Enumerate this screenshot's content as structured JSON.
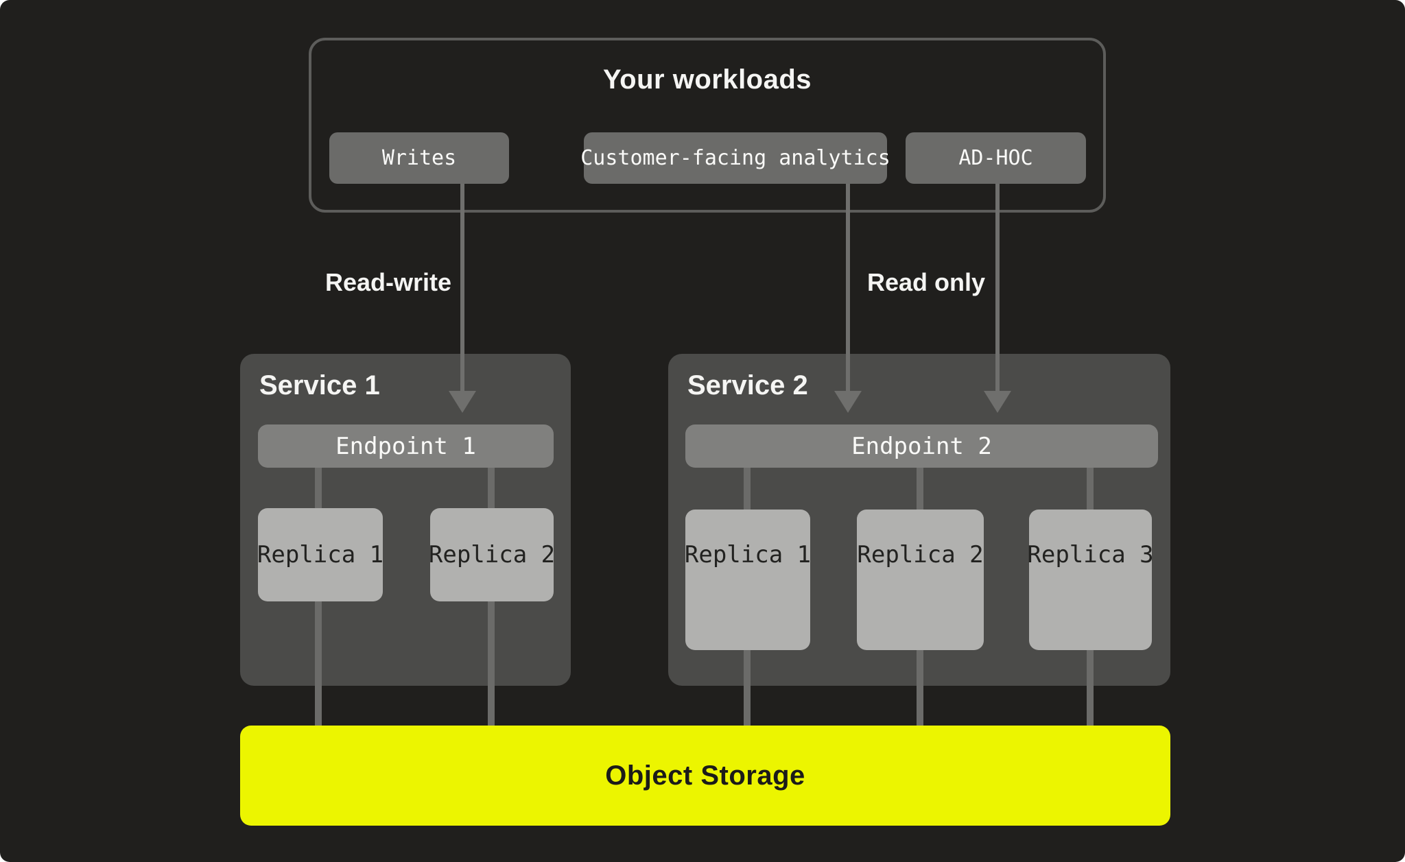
{
  "workloads": {
    "title": "Your workloads",
    "chips": [
      {
        "label": "Writes"
      },
      {
        "label": "Customer-facing analytics"
      },
      {
        "label": "AD-HOC"
      }
    ]
  },
  "edges": {
    "read_write": "Read-write",
    "read_only": "Read only"
  },
  "services": [
    {
      "title": "Service 1",
      "endpoint": "Endpoint 1",
      "replicas": [
        "Replica 1",
        "Replica 2"
      ]
    },
    {
      "title": "Service 2",
      "endpoint": "Endpoint 2",
      "replicas": [
        "Replica 1",
        "Replica 2",
        "Replica 3"
      ]
    }
  ],
  "storage": {
    "label": "Object Storage"
  },
  "colors": {
    "background": "#201F1D",
    "group_border": "#5D5D5B",
    "chip": "#6B6B69",
    "service_box": "#4B4B49",
    "endpoint_bar": "#80807E",
    "replica_box": "#B1B1AF",
    "connector_line": "#6B6B69",
    "arrow": "#6F6F6D",
    "storage_accent": "#ECF500",
    "text_light": "#F5F5F3",
    "text_dark": "#1B1B19"
  }
}
